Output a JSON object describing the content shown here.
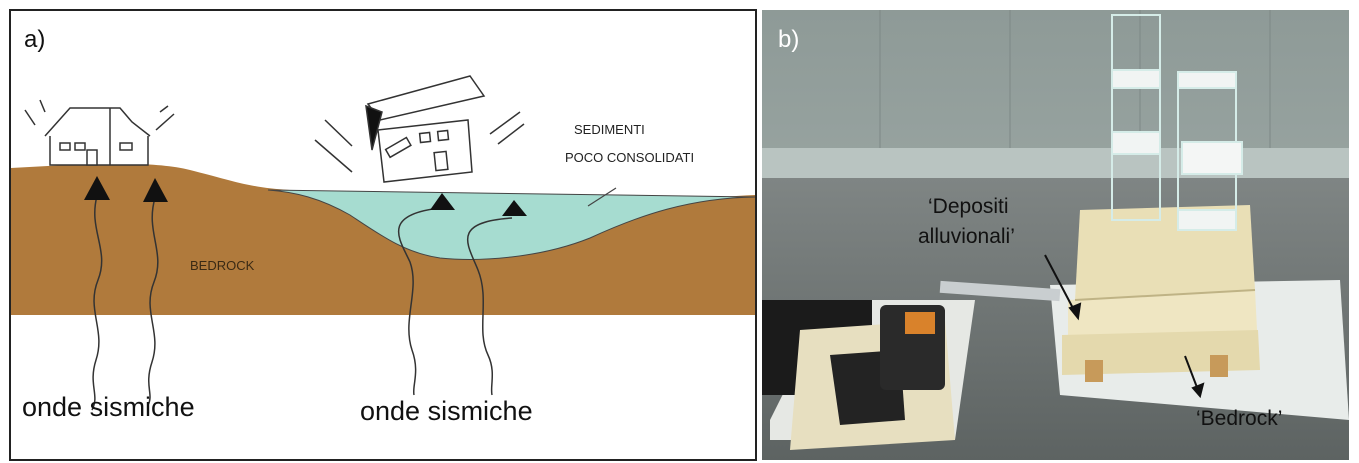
{
  "panel_a": {
    "label": "a)",
    "bedrock_label": "BEDROCK",
    "sediments_label_line1": "SEDIMENTI",
    "sediments_label_line2": "POCO CONSOLIDATI",
    "waves_left_label": "onde sismiche",
    "waves_right_label": "onde sismiche",
    "colors": {
      "bedrock": "#b07a3c",
      "sediment": "#a6dcd0"
    }
  },
  "panel_b": {
    "label": "b)",
    "depositi_line1": "‘Depositi",
    "depositi_line2": "alluvionali’",
    "bedrock_label": "‘Bedrock’"
  }
}
